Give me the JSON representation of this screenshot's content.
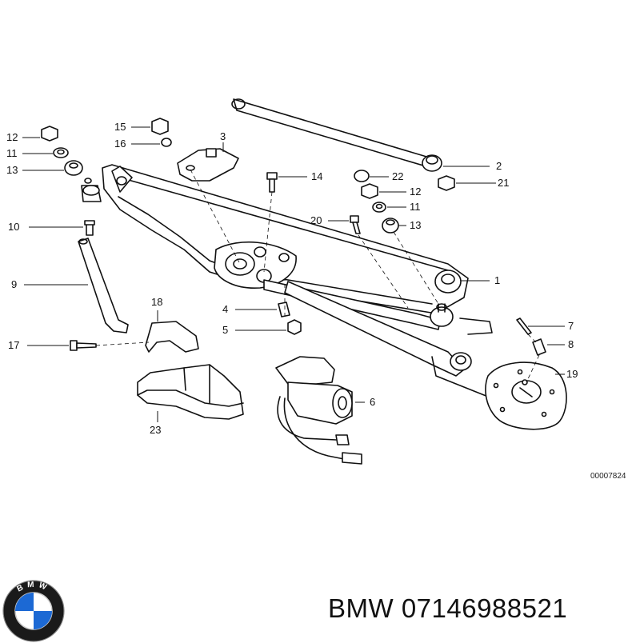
{
  "callouts": {
    "c1": "1",
    "c2": "2",
    "c3": "3",
    "c4": "4",
    "c5": "5",
    "c6": "6",
    "c7": "7",
    "c8": "8",
    "c9": "9",
    "c10": "10",
    "c11": "11",
    "c11b": "11",
    "c12": "12",
    "c12b": "12",
    "c13": "13",
    "c13b": "13",
    "c14": "14",
    "c15": "15",
    "c16": "16",
    "c17": "17",
    "c18": "18",
    "c19": "19",
    "c20": "20",
    "c21": "21",
    "c22": "22",
    "c23": "23"
  },
  "figure_ref": "00007824",
  "footer": {
    "brand": "BMW",
    "part_number": "07146988521",
    "text": "BMW 07146988521"
  },
  "logo": {
    "letters": "BMW",
    "ring_color": "#1a1a1a",
    "blue": "#1c69d4",
    "white": "#ffffff"
  }
}
